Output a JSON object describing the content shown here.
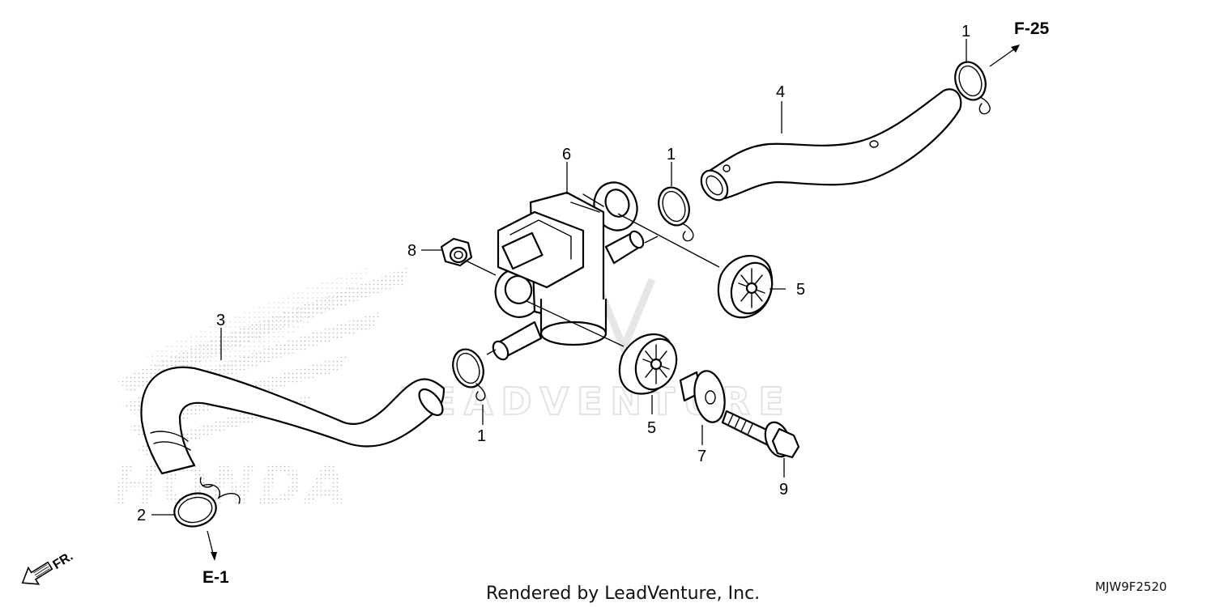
{
  "diagram": {
    "callouts": {
      "c1_top": "1",
      "c1_mid": "1",
      "c1_low": "1",
      "c2": "2",
      "c3": "3",
      "c4": "4",
      "c5_upper": "5",
      "c5_lower": "5",
      "c6": "6",
      "c7": "7",
      "c8": "8",
      "c9": "9"
    },
    "references": {
      "upper_right": "F-25",
      "lower_left": "E-1",
      "direction": "FR."
    },
    "watermarks": {
      "brand": "HONDA",
      "dealer": "LEADVENTURE"
    },
    "footer": {
      "rendered_by": "Rendered by LeadVenture, Inc.",
      "diagram_code": "MJW9F2520"
    }
  }
}
